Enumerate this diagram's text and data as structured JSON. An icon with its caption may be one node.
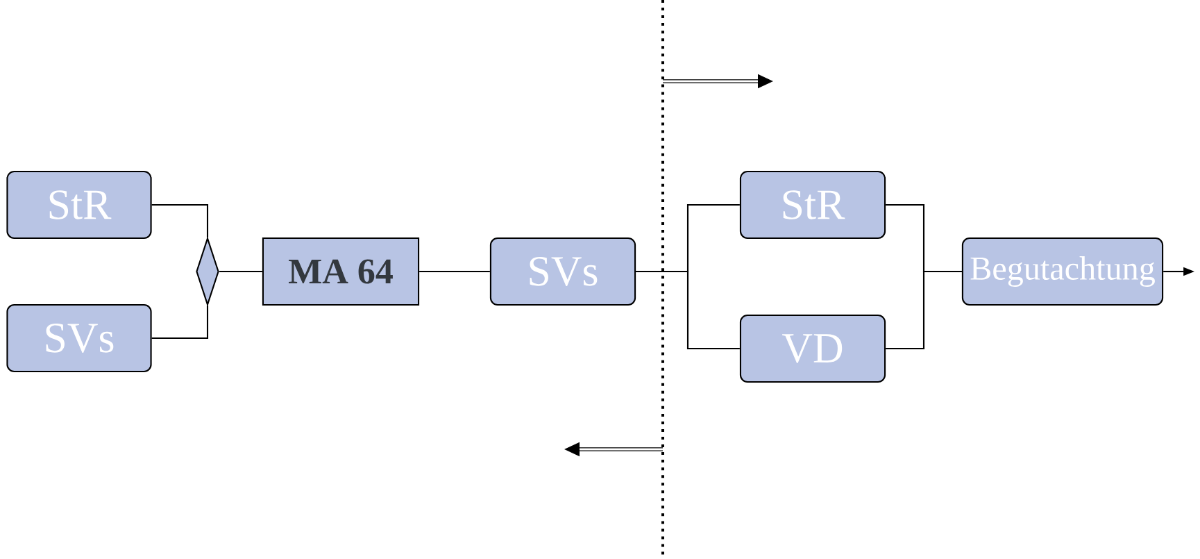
{
  "diagram": {
    "nodes": [
      {
        "text": [
          "StR"
        ]
      },
      {
        "text": [
          "SVs"
        ]
      },
      {
        "text": [],
        "shape": "diamond"
      },
      {
        "text": [
          "MA 64"
        ]
      },
      {
        "text": [
          "SVs"
        ]
      },
      {
        "text": [
          "StR"
        ]
      },
      {
        "text": [
          "VD"
        ]
      },
      {
        "text": [
          "Begutachtung"
        ]
      }
    ],
    "edges": [
      {
        "from": 0,
        "to": 2,
        "arrow": "none"
      },
      {
        "from": 1,
        "to": 2,
        "arrow": "none"
      },
      {
        "from": 2,
        "to": 3,
        "arrow": "none"
      },
      {
        "from": 3,
        "to": 4,
        "arrow": "none"
      },
      {
        "from": 4,
        "to": 5,
        "arrow": "none"
      },
      {
        "from": 4,
        "to": 6,
        "arrow": "none"
      },
      {
        "from": 5,
        "to": 7,
        "arrow": "none"
      },
      {
        "from": 6,
        "to": 7,
        "arrow": "none"
      },
      {
        "from": 7,
        "to": null,
        "arrow": "to"
      }
    ]
  }
}
